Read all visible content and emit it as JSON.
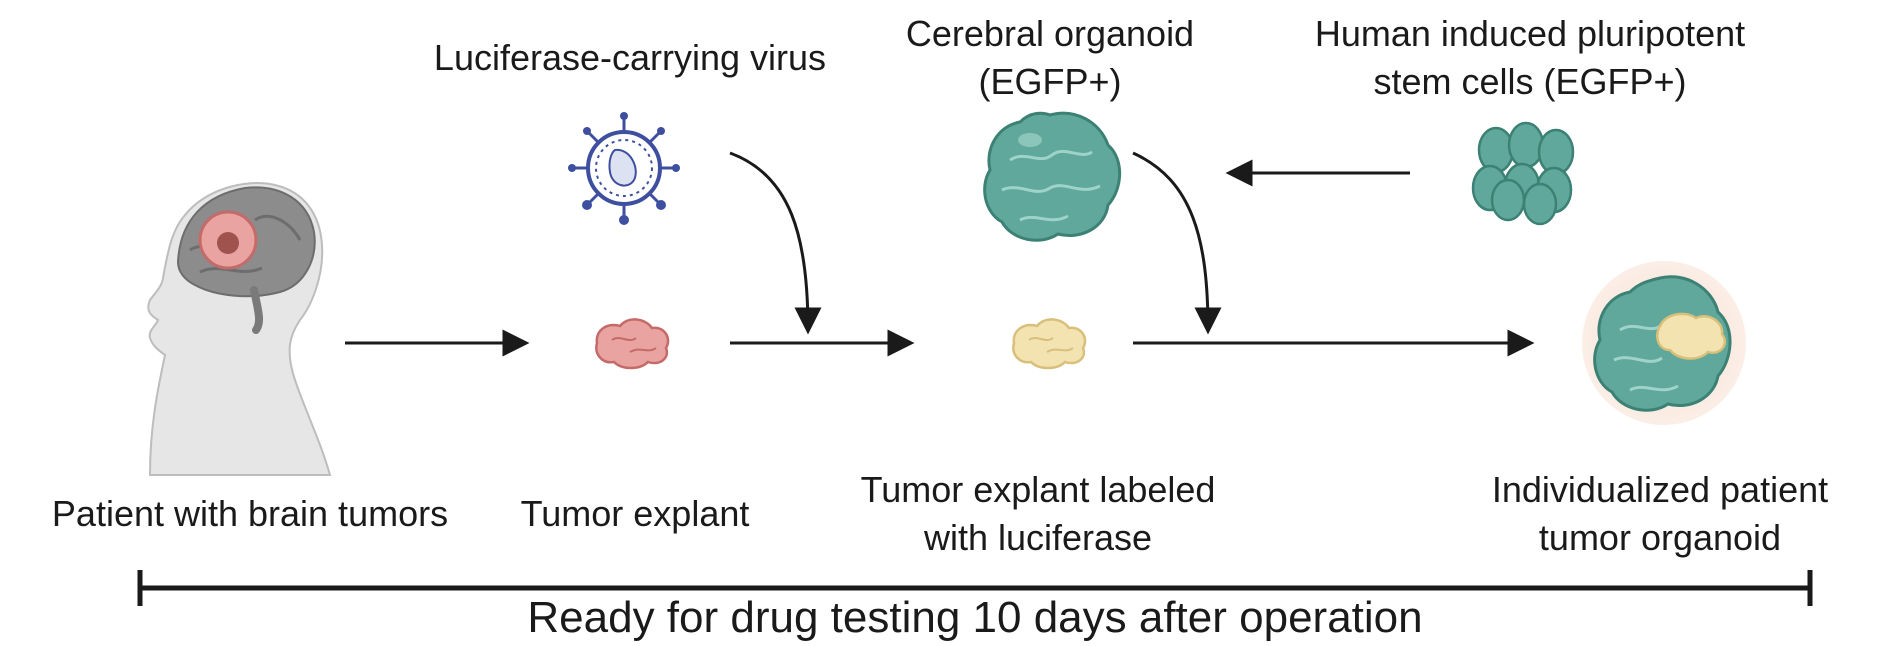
{
  "diagram": {
    "labels": {
      "patient": [
        "Patient with brain tumors"
      ],
      "tumor_explant": [
        "Tumor explant"
      ],
      "labeled_explant": [
        "Tumor explant labeled",
        "with luciferase"
      ],
      "individualized": [
        "Individualized patient",
        "tumor organoid"
      ],
      "virus": [
        "Luciferase-carrying virus"
      ],
      "organoid": [
        "Cerebral organoid",
        "(EGFP+)"
      ],
      "ipsc": [
        "Human induced pluripotent",
        "stem cells (EGFP+)"
      ]
    },
    "timeline": "Ready for drug testing 10 days after operation",
    "icons": [
      "patient-head-brain-tumor-icon",
      "virus-icon",
      "tumor-explant-icon",
      "labeled-explant-icon",
      "cerebral-organoid-icon",
      "stem-cells-icon",
      "tumor-organoid-icon"
    ],
    "colors": {
      "organoid": "#5fa89b",
      "tumor": "#e9a3a0",
      "labeled": "#f3e3b1",
      "virus": "#3f4fa0",
      "arrow": "#1a1a1a"
    }
  }
}
